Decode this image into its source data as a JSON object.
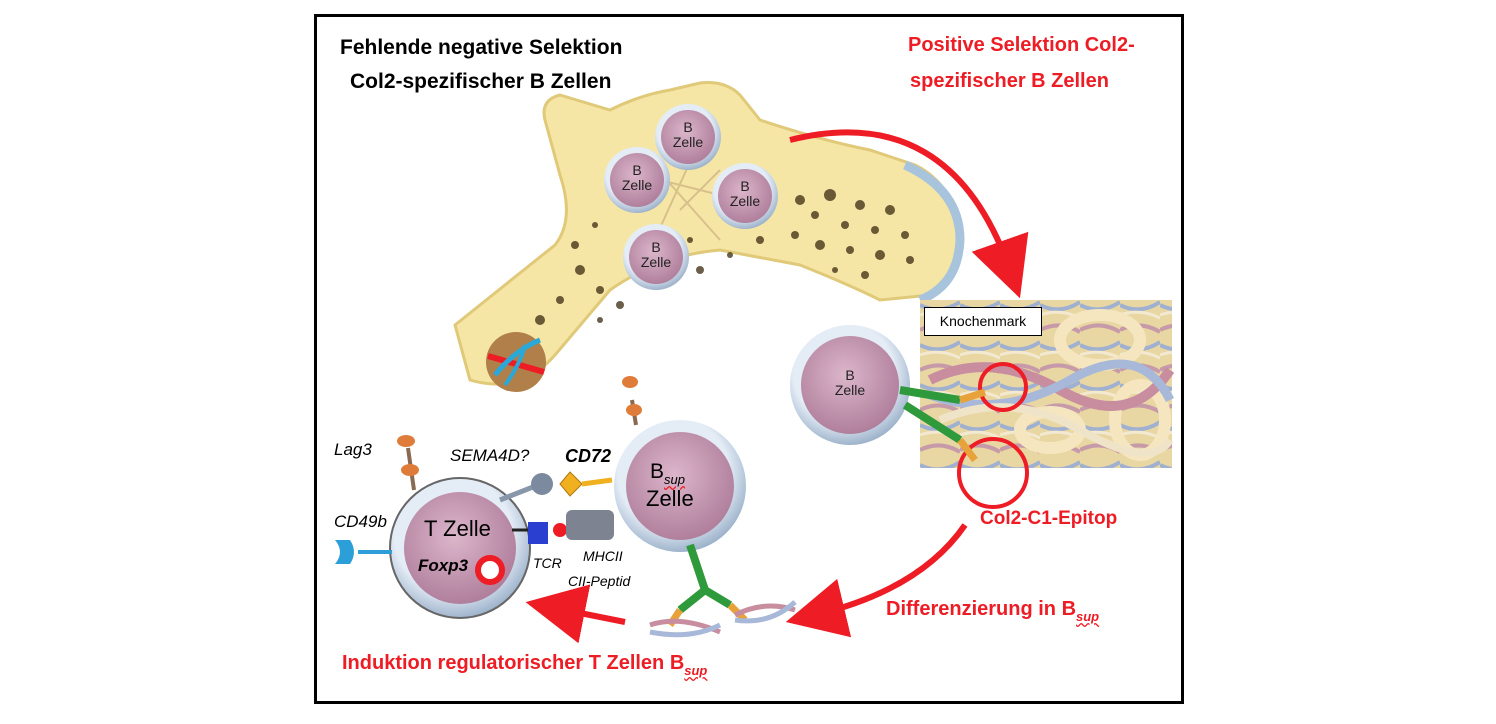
{
  "labels": {
    "negative_selection": [
      "Fehlende negative Selektion",
      "Col2-spezifischer B Zellen"
    ],
    "positive_selection": [
      "Positive Selektion Col2-",
      "spezifischer B Zellen"
    ],
    "knochenmark": "Knochenmark",
    "epitope": "Col2-C1-Epitop",
    "differentiation": "Differenzierung in B",
    "differentiation_sub": "sup",
    "induction": "Induktion regulatorischer T Zellen B",
    "induction_sub": "sup",
    "lag3": "Lag3",
    "cd49b": "CD49b",
    "sema4d": "SEMA4D?",
    "cd72": "CD72",
    "tcr": "TCR",
    "mhcii": "MHCII",
    "cii_peptid": "CII-Peptid",
    "foxp3": "Foxp3",
    "t_zelle": "T Zelle",
    "b_zelle_line1": "B",
    "b_zelle_line2": "Zelle",
    "bsup_main": "B",
    "bsup_sub": "sup",
    "bsup_zelle": "Zelle"
  },
  "colors": {
    "bone": "#f6e6a6",
    "cell_purple": "#c69ab4",
    "accent_red": "#ee1c24",
    "antibody_green": "#2f9a3c",
    "antibody_orange": "#e8a23a",
    "receptor_blue": "#2d9fd8"
  }
}
